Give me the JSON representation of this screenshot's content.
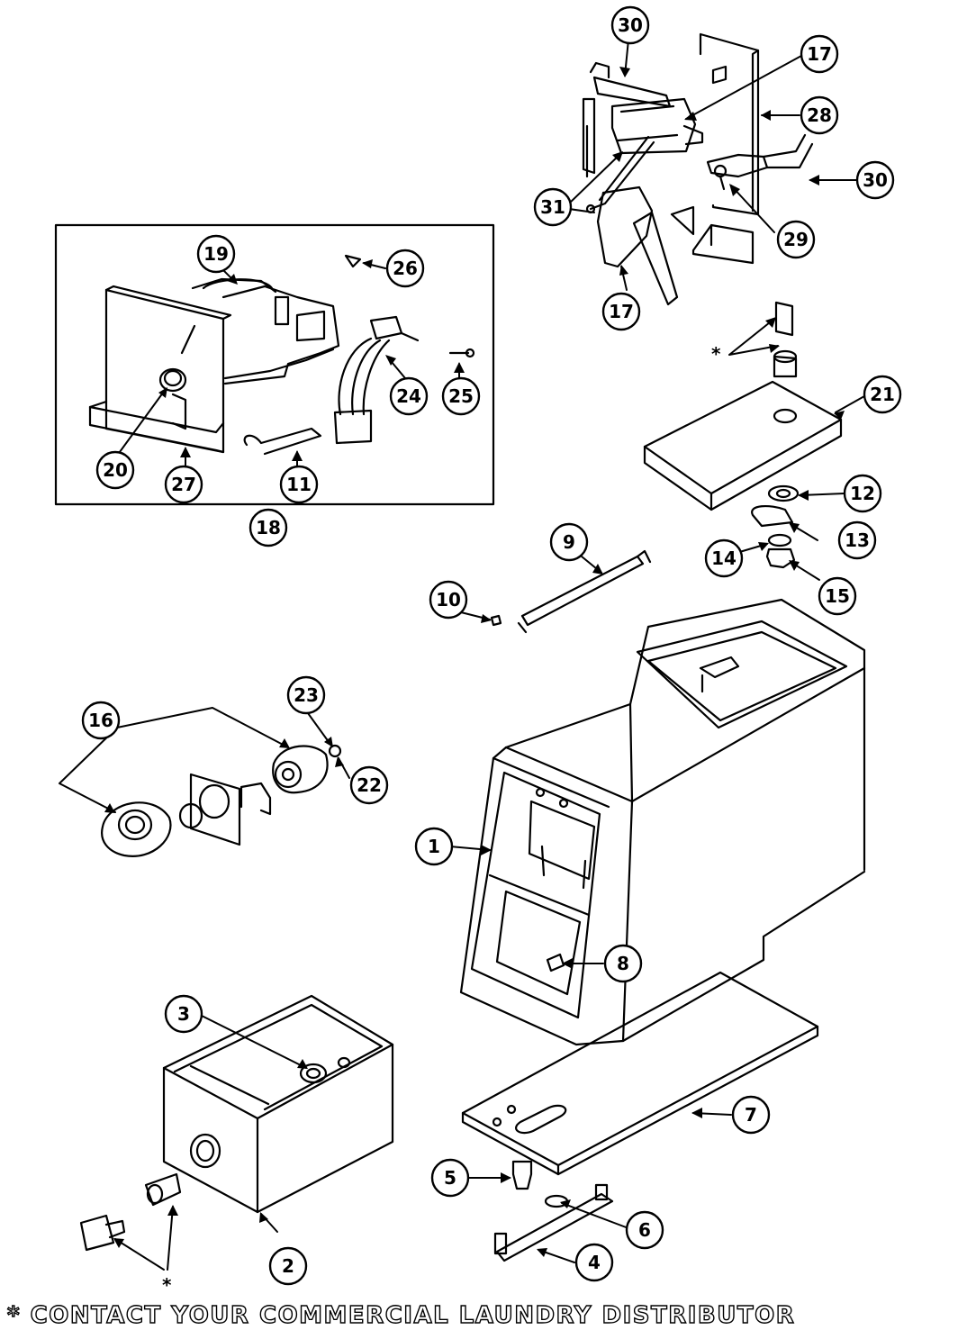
{
  "callouts": [
    {
      "id": "c30a",
      "text": "30"
    },
    {
      "id": "c17a",
      "text": "17"
    },
    {
      "id": "c28",
      "text": "28"
    },
    {
      "id": "c30b",
      "text": "30"
    },
    {
      "id": "c31",
      "text": "31"
    },
    {
      "id": "c29",
      "text": "29"
    },
    {
      "id": "c17b",
      "text": "17"
    },
    {
      "id": "c19",
      "text": "19"
    },
    {
      "id": "c26",
      "text": "26"
    },
    {
      "id": "c24",
      "text": "24"
    },
    {
      "id": "c25",
      "text": "25"
    },
    {
      "id": "c20",
      "text": "20"
    },
    {
      "id": "c27",
      "text": "27"
    },
    {
      "id": "c11",
      "text": "11"
    },
    {
      "id": "c18",
      "text": "18"
    },
    {
      "id": "c21",
      "text": "21"
    },
    {
      "id": "c12",
      "text": "12"
    },
    {
      "id": "c13",
      "text": "13"
    },
    {
      "id": "c14",
      "text": "14"
    },
    {
      "id": "c15",
      "text": "15"
    },
    {
      "id": "c9",
      "text": "9"
    },
    {
      "id": "c10",
      "text": "10"
    },
    {
      "id": "c23",
      "text": "23"
    },
    {
      "id": "c16",
      "text": "16"
    },
    {
      "id": "c22",
      "text": "22"
    },
    {
      "id": "c1",
      "text": "1"
    },
    {
      "id": "c8",
      "text": "8"
    },
    {
      "id": "c3",
      "text": "3"
    },
    {
      "id": "c7",
      "text": "7"
    },
    {
      "id": "c5",
      "text": "5"
    },
    {
      "id": "c6",
      "text": "6"
    },
    {
      "id": "c4",
      "text": "4"
    },
    {
      "id": "c2",
      "text": "2"
    }
  ],
  "asterisks": [
    "*",
    "*"
  ],
  "footer": "* CONTACT YOUR COMMERCIAL LAUNDRY DISTRIBUTOR"
}
